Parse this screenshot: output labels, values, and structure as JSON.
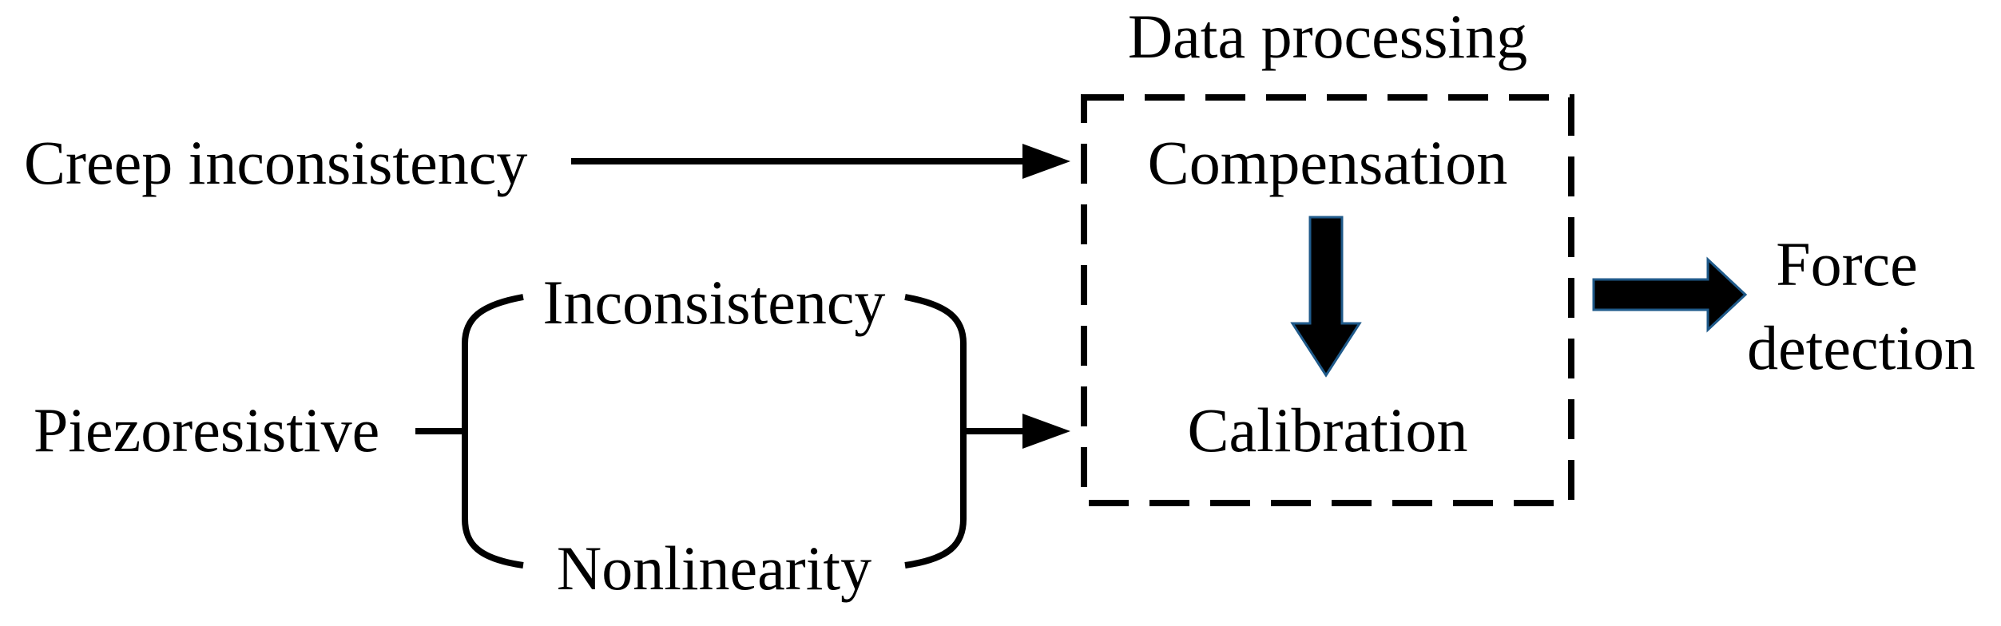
{
  "diagram": {
    "data_processing_label": "Data processing",
    "inputs": {
      "creep": "Creep inconsistency",
      "piezo": "Piezoresistive"
    },
    "piezo_branches": {
      "top": "Inconsistency",
      "bottom": "Nonlinearity"
    },
    "processing_steps": {
      "compensation": "Compensation",
      "calibration": "Calibration"
    },
    "output": {
      "line1": "Force",
      "line2": "detection"
    }
  },
  "colors": {
    "stroke": "#000000",
    "arrow_edge": "#1f5a8a",
    "background": "#ffffff"
  }
}
